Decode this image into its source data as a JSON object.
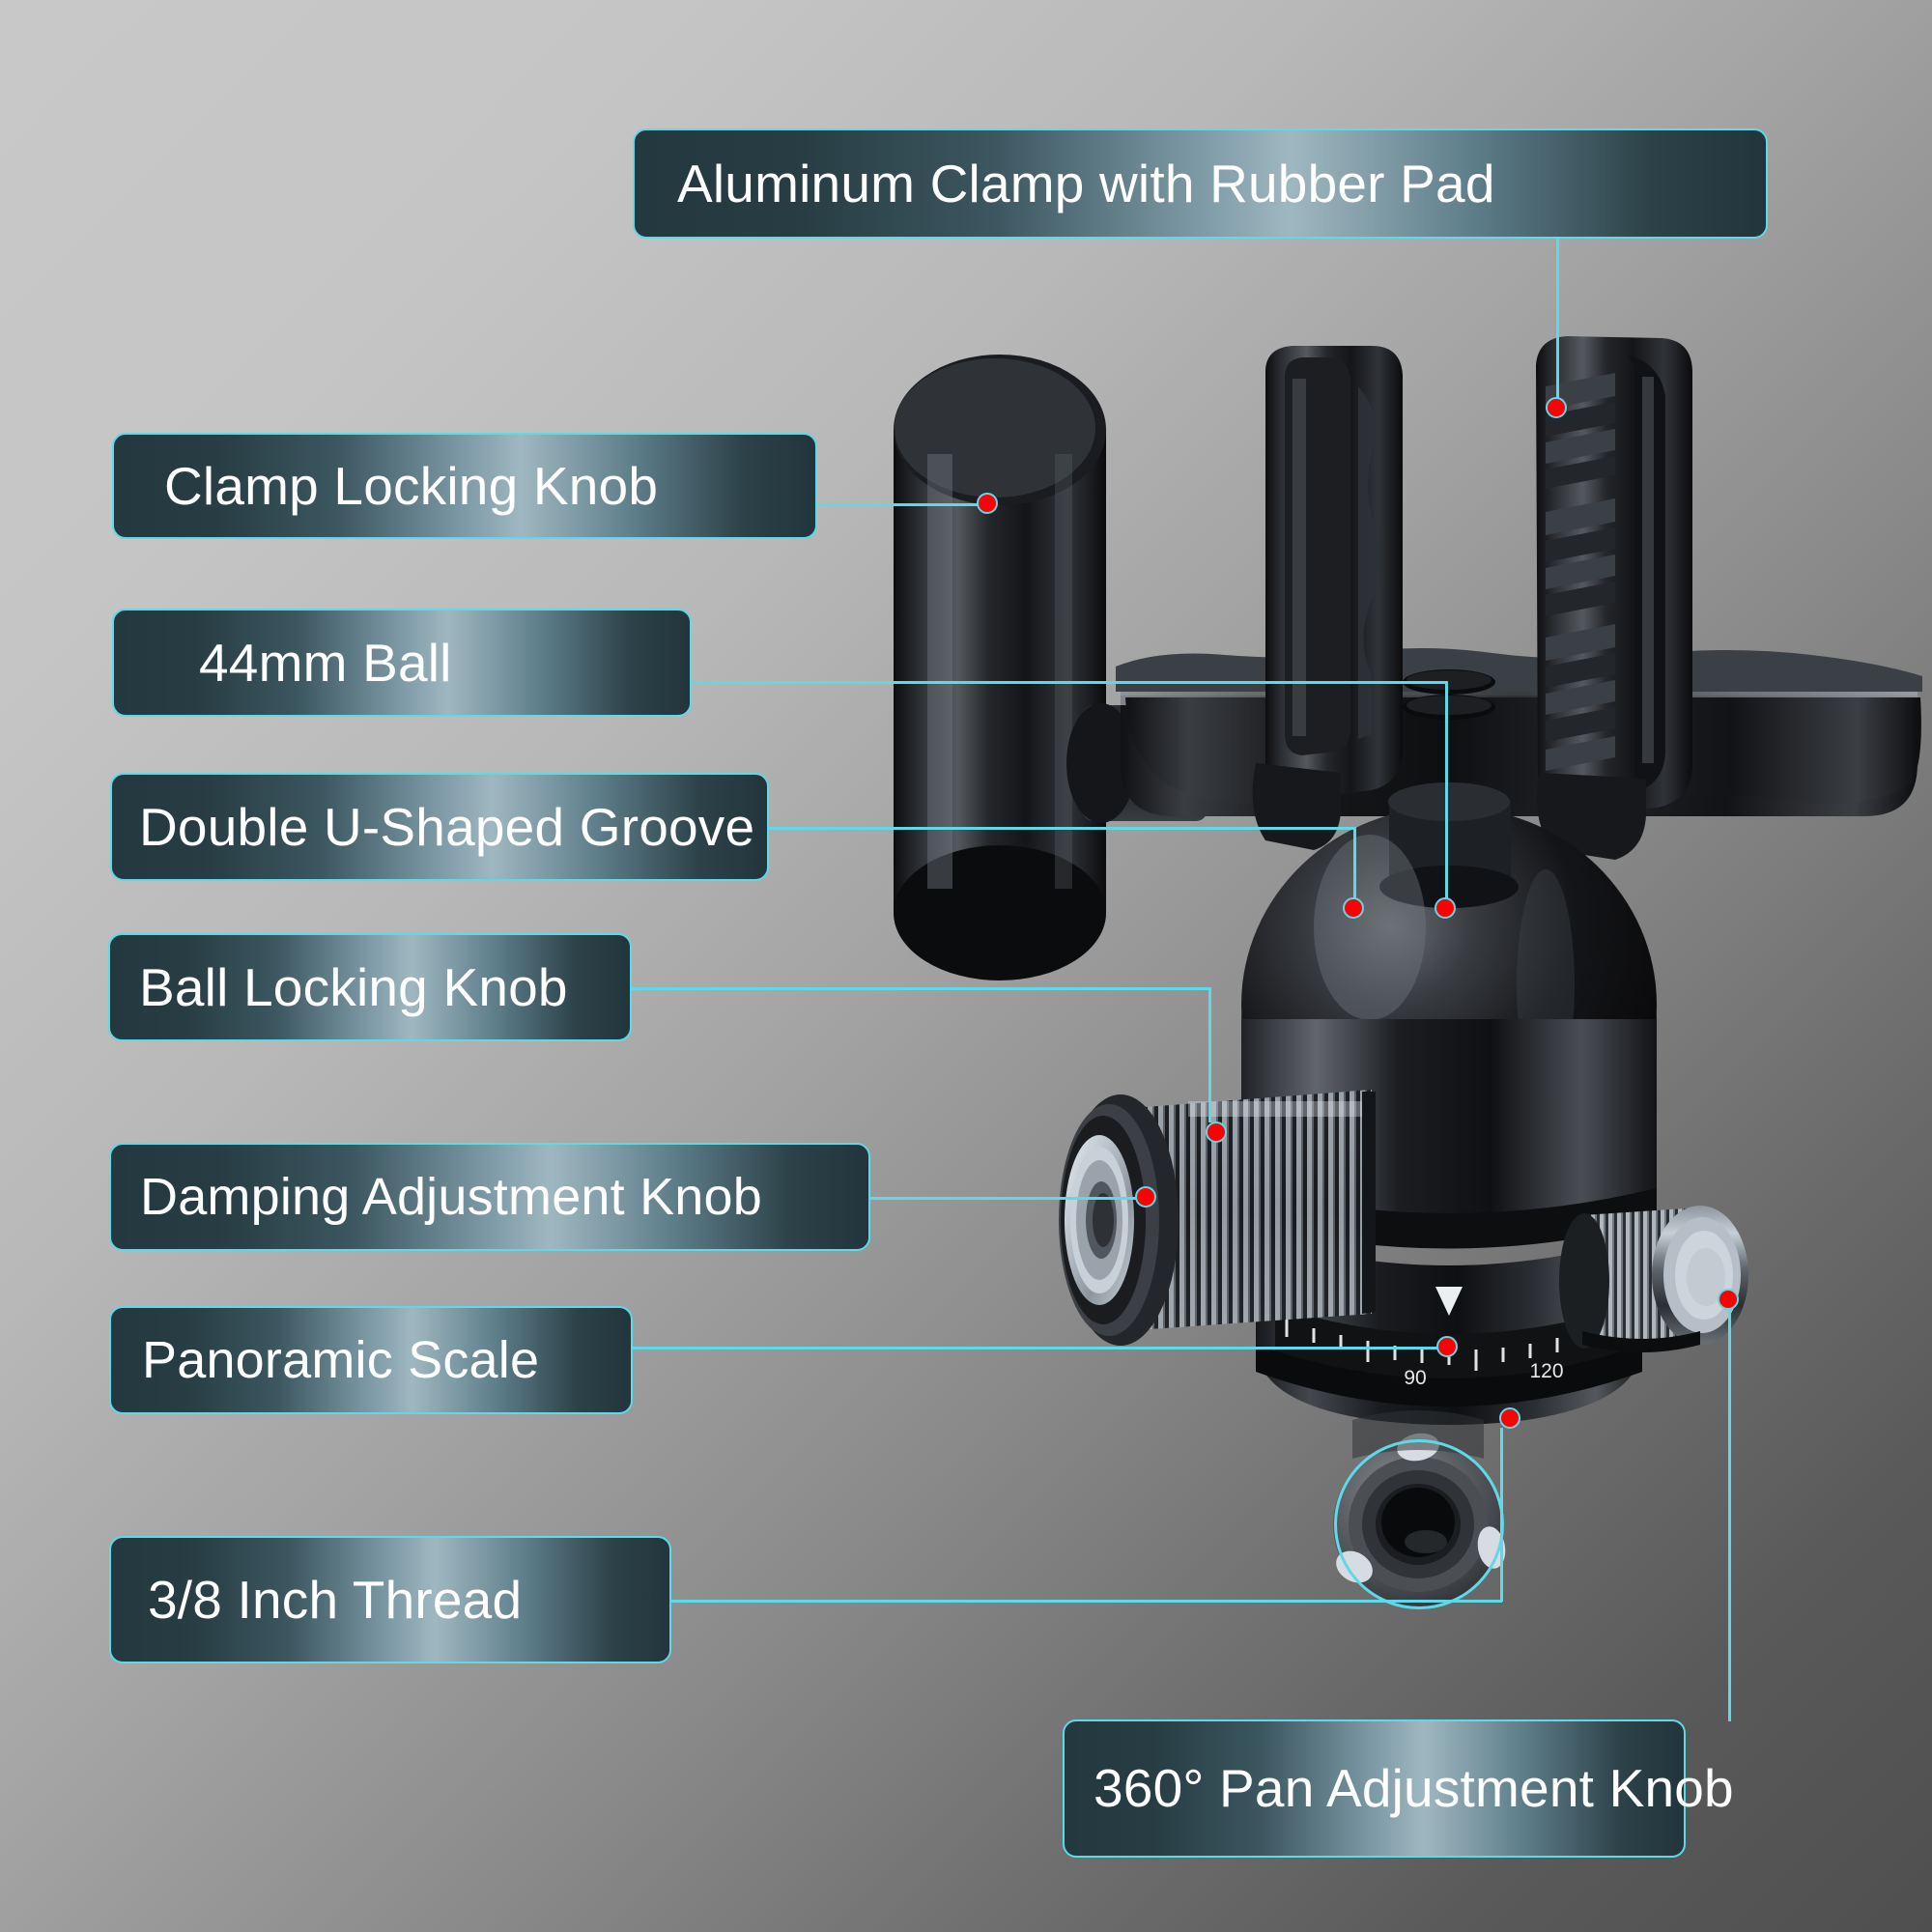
{
  "page": {
    "title": "Ball Head Tripod Mount Feature Callout Diagram",
    "accent_color": "#5fd9e8",
    "marker_color": "#fe0000",
    "label_text_color": "#ffffff",
    "background_description": "diagonal gray gradient, light top-left to dark bottom-right"
  },
  "callouts": [
    {
      "id": "aluminum-clamp",
      "label": "Aluminum Clamp with Rubber Pad",
      "side": "top"
    },
    {
      "id": "clamp-locking-knob",
      "label": "Clamp Locking Knob",
      "side": "left"
    },
    {
      "id": "ball-44mm",
      "label": "44mm Ball",
      "side": "left"
    },
    {
      "id": "double-u-shaped-groove",
      "label": "Double U-Shaped Groove",
      "side": "left"
    },
    {
      "id": "ball-locking-knob",
      "label": "Ball Locking Knob",
      "side": "left"
    },
    {
      "id": "damping-adjustment-knob",
      "label": "Damping Adjustment Knob",
      "side": "left"
    },
    {
      "id": "panoramic-scale",
      "label": "Panoramic Scale",
      "side": "left"
    },
    {
      "id": "thread-3-8-inch",
      "label": "3/8 Inch Thread",
      "side": "left"
    },
    {
      "id": "pan-adjustment-knob",
      "label": "360° Pan Adjustment Knob",
      "side": "bottom"
    }
  ],
  "panoramic_scale": {
    "visible_tick_labels": [
      "90",
      "120"
    ],
    "unit": "degrees",
    "index_marker": "▼"
  }
}
